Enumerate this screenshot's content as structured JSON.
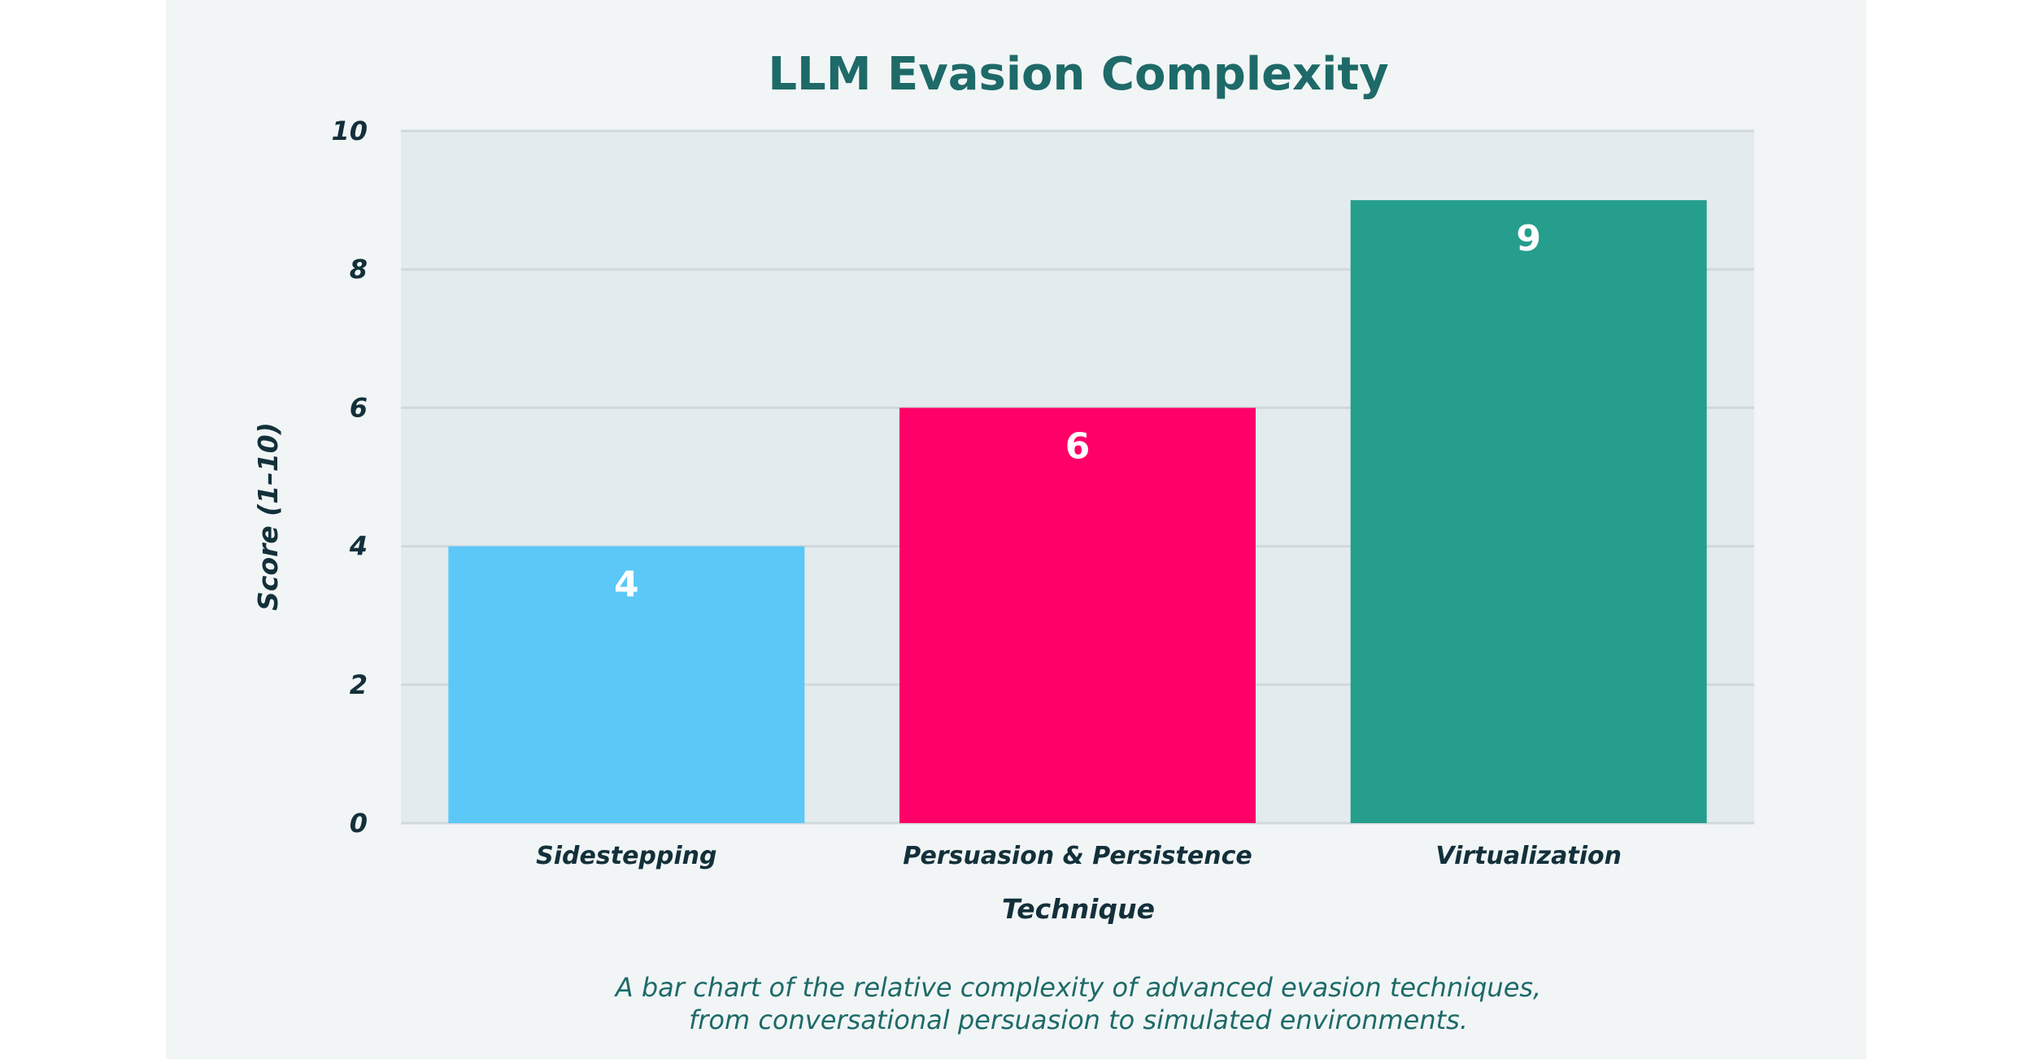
{
  "chart_data": {
    "type": "bar",
    "title": "LLM Evasion Complexity",
    "xlabel": "Technique",
    "ylabel": "Score (1–10)",
    "categories": [
      "Sidestepping",
      "Persuasion & Persistence",
      "Virtualization"
    ],
    "values": [
      4,
      6,
      9
    ],
    "value_labels": [
      "4",
      "6",
      "9"
    ],
    "colors": [
      "#5bc8f7",
      "#ff0068",
      "#269e8d"
    ],
    "ylim": [
      0,
      10
    ],
    "yticks": [
      0,
      2,
      4,
      6,
      8,
      10
    ],
    "ytick_labels": [
      "0",
      "2",
      "4",
      "6",
      "8",
      "10"
    ],
    "grid": true,
    "legend": "none"
  },
  "caption": {
    "line1": "A bar chart of the relative complexity of advanced evasion techniques,",
    "line2": "from conversational persuasion to simulated environments."
  },
  "colors": {
    "card_background": "#f1f5f6",
    "plot_background": "#e3ebee",
    "gridline": "#cfd9dc",
    "title": "#1e6a68",
    "axis_text": "#13303a"
  }
}
